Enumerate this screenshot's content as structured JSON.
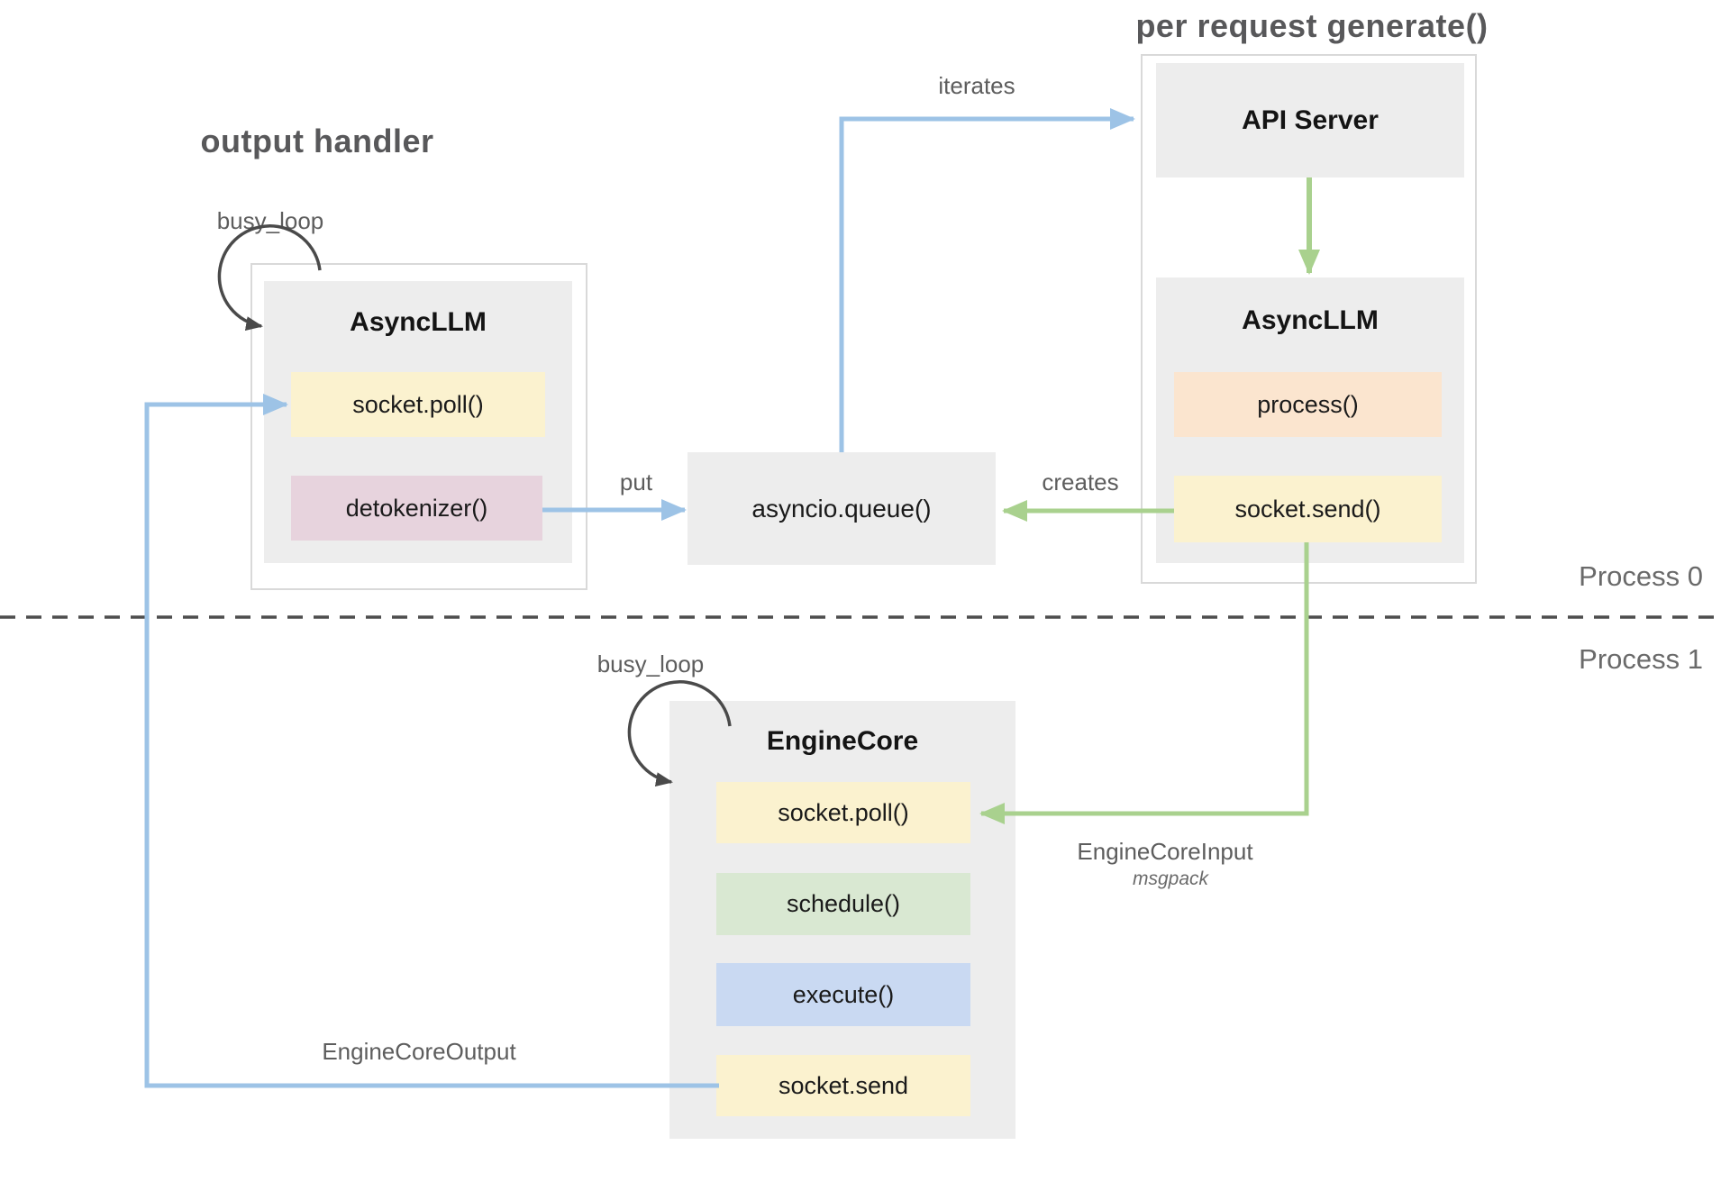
{
  "diagram": {
    "titles": {
      "output_handler": "output handler",
      "per_request_generate": "per request generate()"
    },
    "process_labels": {
      "process0": "Process 0",
      "process1": "Process 1"
    },
    "edge_labels": {
      "busy_loop_async": "busy_loop",
      "busy_loop_engine": "busy_loop",
      "put": "put",
      "iterates": "iterates",
      "creates": "creates",
      "engine_core_input": "EngineCoreInput",
      "engine_core_input_encoding": "msgpack",
      "engine_core_output": "EngineCoreOutput"
    },
    "nodes": {
      "async_llm_left": {
        "title": "AsyncLLM",
        "items": [
          {
            "label": "socket.poll()",
            "color": "#fbf2cf"
          },
          {
            "label": "detokenizer()",
            "color": "#e7d3dd"
          }
        ]
      },
      "asyncio_queue": {
        "label": "asyncio.queue()"
      },
      "api_server": {
        "title": "API Server"
      },
      "async_llm_right": {
        "title": "AsyncLLM",
        "items": [
          {
            "label": "process()",
            "color": "#fbe5cf"
          },
          {
            "label": "socket.send()",
            "color": "#fbf2cf"
          }
        ]
      },
      "engine_core": {
        "title": "EngineCore",
        "items": [
          {
            "label": "socket.poll()",
            "color": "#fbf2cf"
          },
          {
            "label": "schedule()",
            "color": "#d9e8d2"
          },
          {
            "label": "execute()",
            "color": "#c9d9f2"
          },
          {
            "label": "socket.send",
            "color": "#fbf2cf"
          }
        ]
      }
    },
    "colors": {
      "blue_arrow": "#9dc3e6",
      "green_arrow": "#a9d18e",
      "loop_arrow": "#4a4a4a",
      "divider": "#4d4d4d",
      "node_bg": "#ededed",
      "frame_border": "#d9d9d9",
      "yellow": "#fbf2cf",
      "pink": "#e7d3dd",
      "peach": "#fbe5cf",
      "green": "#d9e8d2",
      "blue": "#c9d9f2",
      "text_dark": "#1a1a1a",
      "text_gray": "#5d5d5d"
    }
  }
}
